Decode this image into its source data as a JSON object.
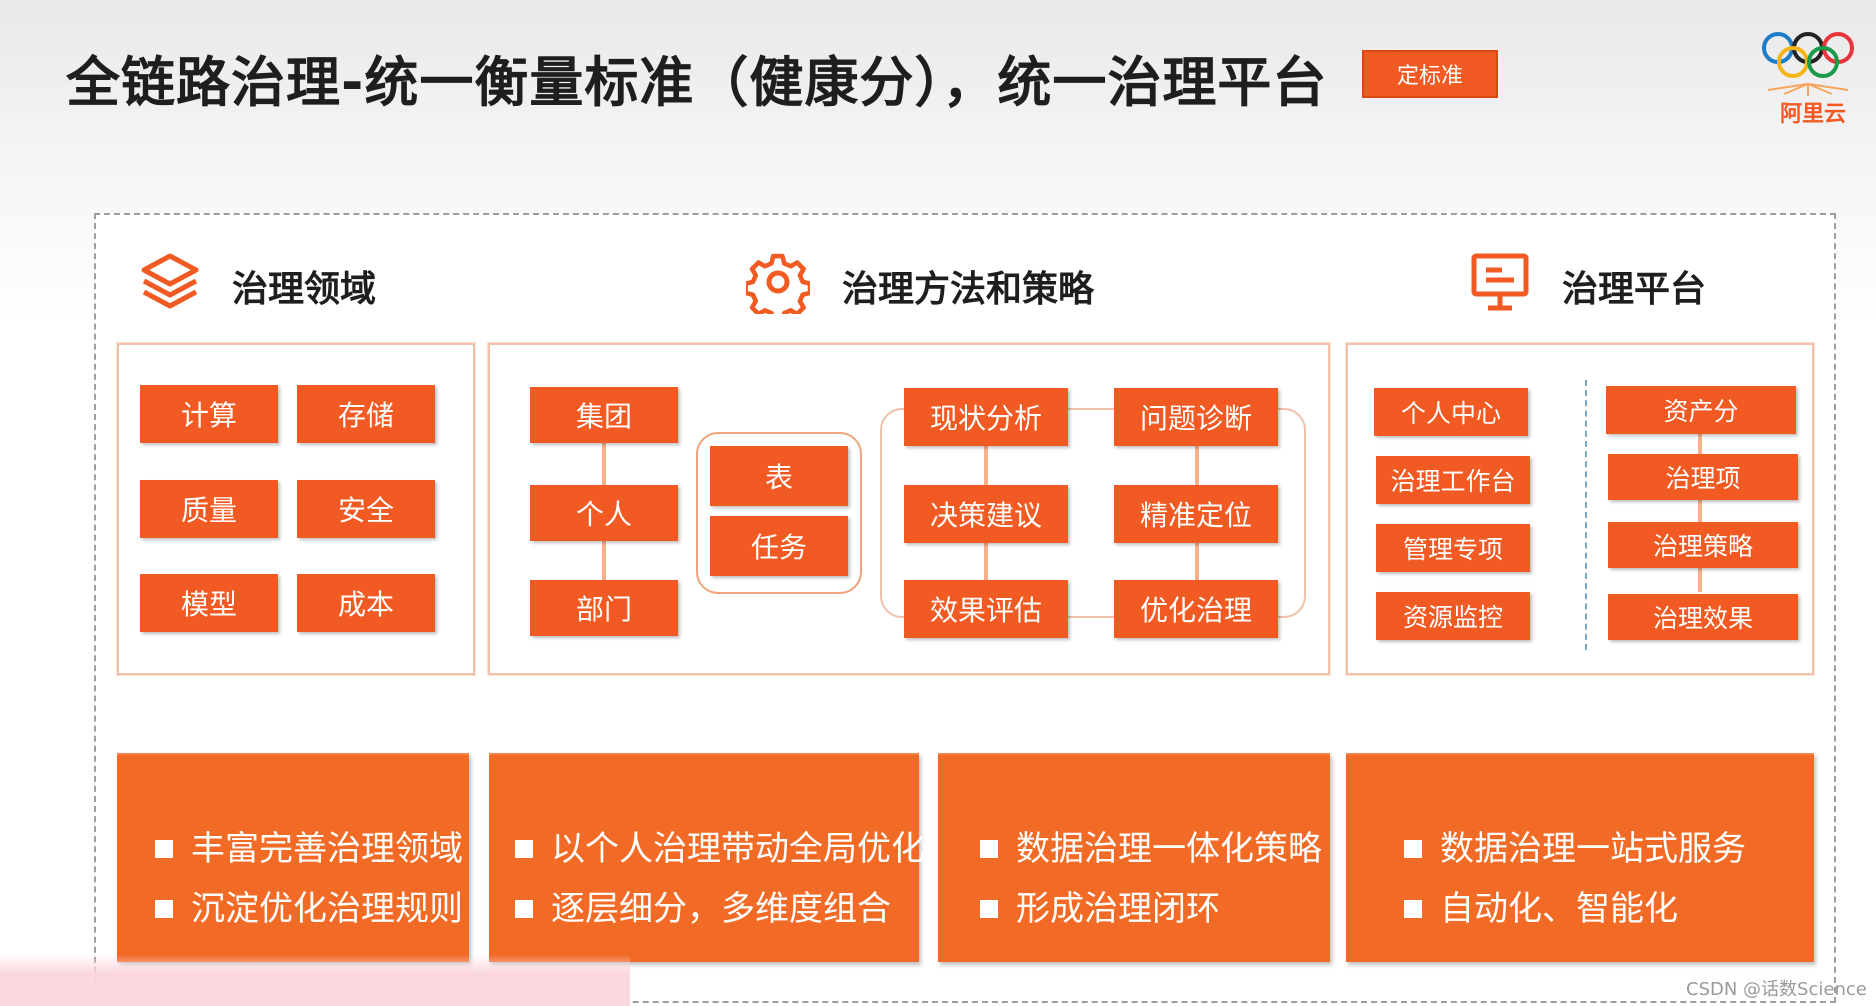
{
  "header": {
    "title": "全链路治理-统一衡量标准（健康分），统一治理平台",
    "tag": "定标准",
    "logo_text": "阿里云"
  },
  "sections": {
    "domain": {
      "title": "治理领域",
      "icon": "layers-icon"
    },
    "method": {
      "title": "治理方法和策略",
      "icon": "gear-icon"
    },
    "platform": {
      "title": "治理平台",
      "icon": "monitor-icon"
    }
  },
  "domain_items": [
    "计算",
    "存储",
    "质量",
    "安全",
    "模型",
    "成本"
  ],
  "method": {
    "org_levels": [
      "集团",
      "个人",
      "部门"
    ],
    "targets": [
      "表",
      "任务"
    ],
    "cycle": [
      "现状分析",
      "问题诊断",
      "决策建议",
      "精准定位",
      "效果评估",
      "优化治理"
    ]
  },
  "platform": {
    "left": [
      "个人中心",
      "治理工作台",
      "管理专项",
      "资源监控"
    ],
    "right": [
      "资产分",
      "治理项",
      "治理策略",
      "治理效果"
    ]
  },
  "cards": [
    {
      "lines": [
        "丰富完善治理领域",
        "沉淀优化治理规则"
      ]
    },
    {
      "lines": [
        "以个人治理带动全局优化",
        "逐层细分，多维度组合"
      ]
    },
    {
      "lines": [
        "数据治理一体化策略",
        "形成治理闭环"
      ]
    },
    {
      "lines": [
        "数据治理一站式服务",
        "自动化、智能化"
      ]
    }
  ],
  "watermark": "CSDN @话数Science",
  "colors": {
    "accent": "#f15a22",
    "card": "#f26b26",
    "panel_border": "#f0c1a8"
  }
}
